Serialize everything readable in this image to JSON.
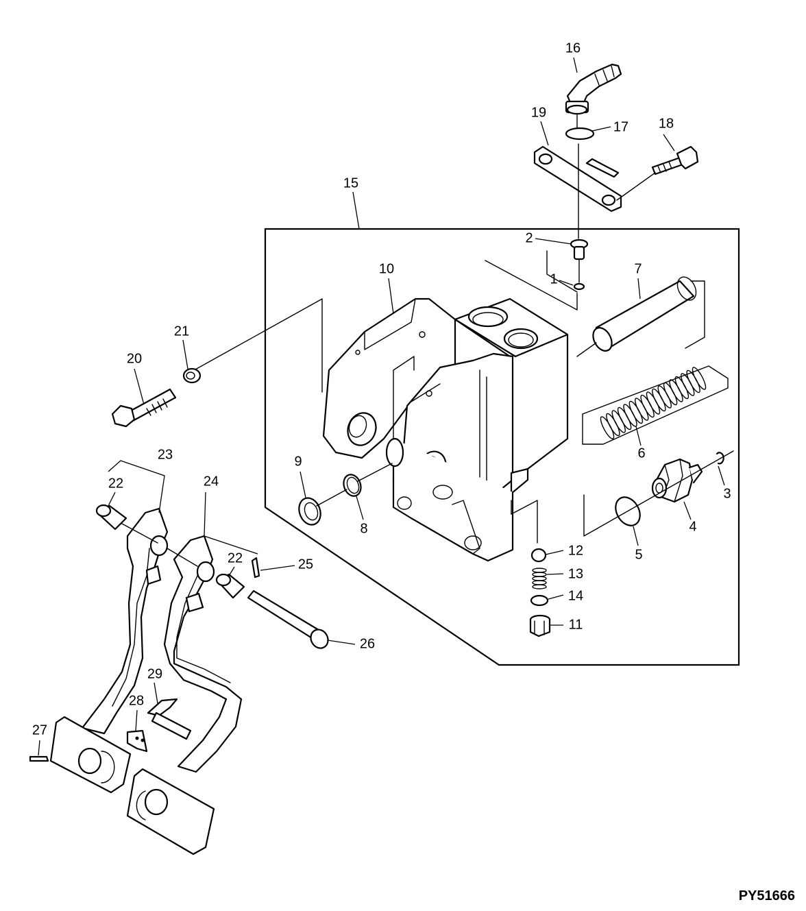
{
  "figure_id": "PY51666",
  "callouts": {
    "c1": "1",
    "c2": "2",
    "c3": "3",
    "c4": "4",
    "c5": "5",
    "c6": "6",
    "c7": "7",
    "c8": "8",
    "c9": "9",
    "c10": "10",
    "c11": "11",
    "c12": "12",
    "c13": "13",
    "c14": "14",
    "c15": "15",
    "c16": "16",
    "c17": "17",
    "c18": "18",
    "c19": "19",
    "c20": "20",
    "c21": "21",
    "c22a": "22",
    "c22b": "22",
    "c23": "23",
    "c24": "24",
    "c25": "25",
    "c26": "26",
    "c27": "27",
    "c28": "28",
    "c29": "29"
  }
}
